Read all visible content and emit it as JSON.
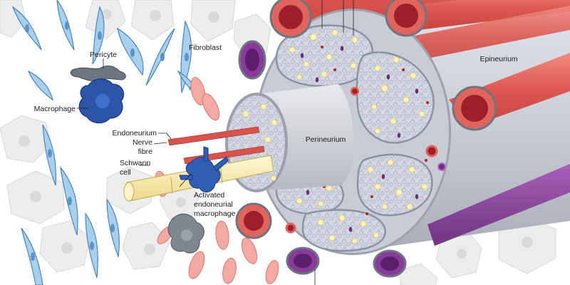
{
  "labels": {
    "pericyte": "Pericyte",
    "fibroblast": "Fibroblast",
    "macrophage": "Macrophage",
    "endoneurium": "Endoneurium",
    "nerve_fibre_line1": "Nerve",
    "nerve_fibre_line2": "fibre",
    "schwann_line1": "Schwann",
    "schwann_line2": "cell",
    "activated_line1": "Activated",
    "activated_line2": "endoneurial",
    "activated_line3": "macrophage",
    "perineurium": "Perineurium",
    "epineurium": "Epineurium"
  },
  "colors": {
    "background_cell": "#ececec",
    "fibroblast": "#9cc6e6",
    "macrophage_dark": "#2c55a8",
    "pericyte_gray": "#6e7580",
    "red_blood_cell": "#f0a9a3",
    "epineurium_gray": "#c9cbd2",
    "vessel_red": "#e0645c",
    "vessel_lumen": "#9c1f2b",
    "vein_purple": "#8a3a9a",
    "axon_cream": "#fff0b8",
    "fascicle_fill": "#cfd5e0"
  },
  "icons": [
    "pericyte-icon",
    "macrophage-icon",
    "fibroblast-icon",
    "nerve-fibre-icon",
    "schwann-cell-icon",
    "blood-vessel-icon",
    "fascicle-icon"
  ]
}
